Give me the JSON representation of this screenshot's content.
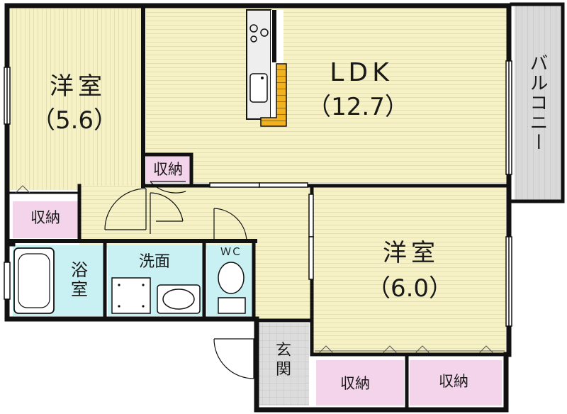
{
  "rooms": {
    "western_room_left": {
      "name": "洋室",
      "size": "（5.6）"
    },
    "ldk": {
      "name": "LDK",
      "size": "（12.7）"
    },
    "western_room_right": {
      "name": "洋室",
      "size": "（6.0）"
    },
    "balcony": {
      "name": "バルコニー"
    },
    "storage_ldk": {
      "name": "収納"
    },
    "storage_left": {
      "name": "収納"
    },
    "bath": {
      "name_line1": "浴",
      "name_line2": "室"
    },
    "washroom": {
      "name": "洗面"
    },
    "wc": {
      "name": "ＷＣ"
    },
    "entrance": {
      "name_line1": "玄",
      "name_line2": "関"
    },
    "storage_bottom_1": {
      "name": "収納"
    },
    "storage_bottom_2": {
      "name": "収納"
    }
  },
  "colors": {
    "floor_wood": "#f6f2c6",
    "floor_lines": "#e6e0a8",
    "storage": "#f3d4ea",
    "wet_area": "#c9f0f3",
    "balcony": "#d9d9d9",
    "entrance": "#d9d9d9",
    "wall": "#111111",
    "stair": "#f2b21e"
  }
}
